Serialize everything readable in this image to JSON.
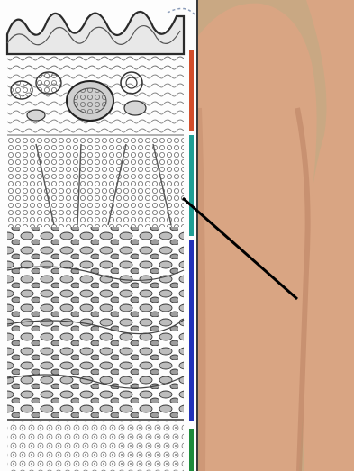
{
  "figure": {
    "colors": {
      "background_beige": "#c9a883",
      "skin": "#d9a583",
      "skin_shadow": "#b98262",
      "ink": "#3a3a3a",
      "pointer_line": "#000000",
      "dotted_curve": "#8a9bb8"
    },
    "layer_bars": [
      {
        "name": "red-layer-bar",
        "color": "#d24d2a"
      },
      {
        "name": "teal-layer-bar",
        "color": "#1f9e94"
      },
      {
        "name": "blue-layer-bar",
        "color": "#2232b8"
      },
      {
        "name": "green-layer-bar",
        "color": "#1c8a3a"
      }
    ]
  }
}
